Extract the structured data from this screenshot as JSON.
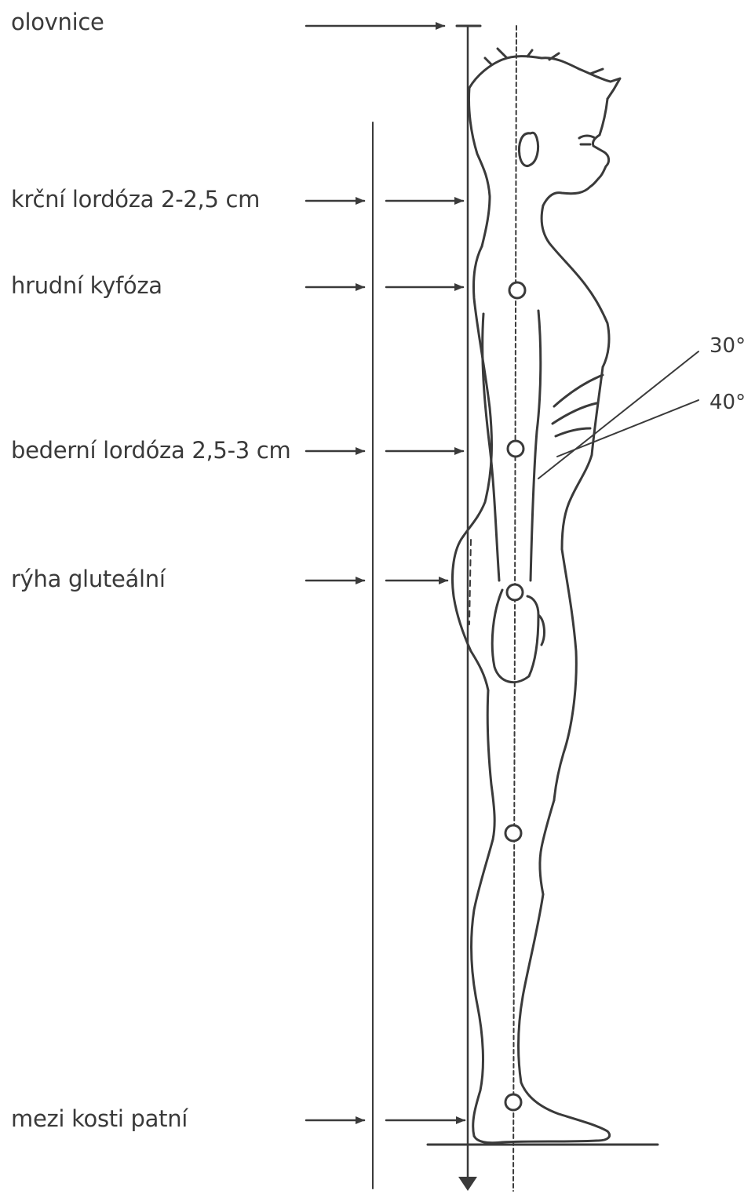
{
  "labels": {
    "plumb_line": "olovnice",
    "cervical_lordosis": "krční lordóza 2-2,5 cm",
    "thoracic_kyphosis": "hrudní kyfóza",
    "lumbar_lordosis": "bederní lordóza 2,5-3 cm",
    "gluteal_fold": "rýha gluteální",
    "heel_bones": "mezi kosti patní"
  },
  "angles": {
    "angle_1": "30°",
    "angle_2": "40°"
  },
  "colors": {
    "line": "#3a3a3a",
    "background": "#ffffff"
  }
}
